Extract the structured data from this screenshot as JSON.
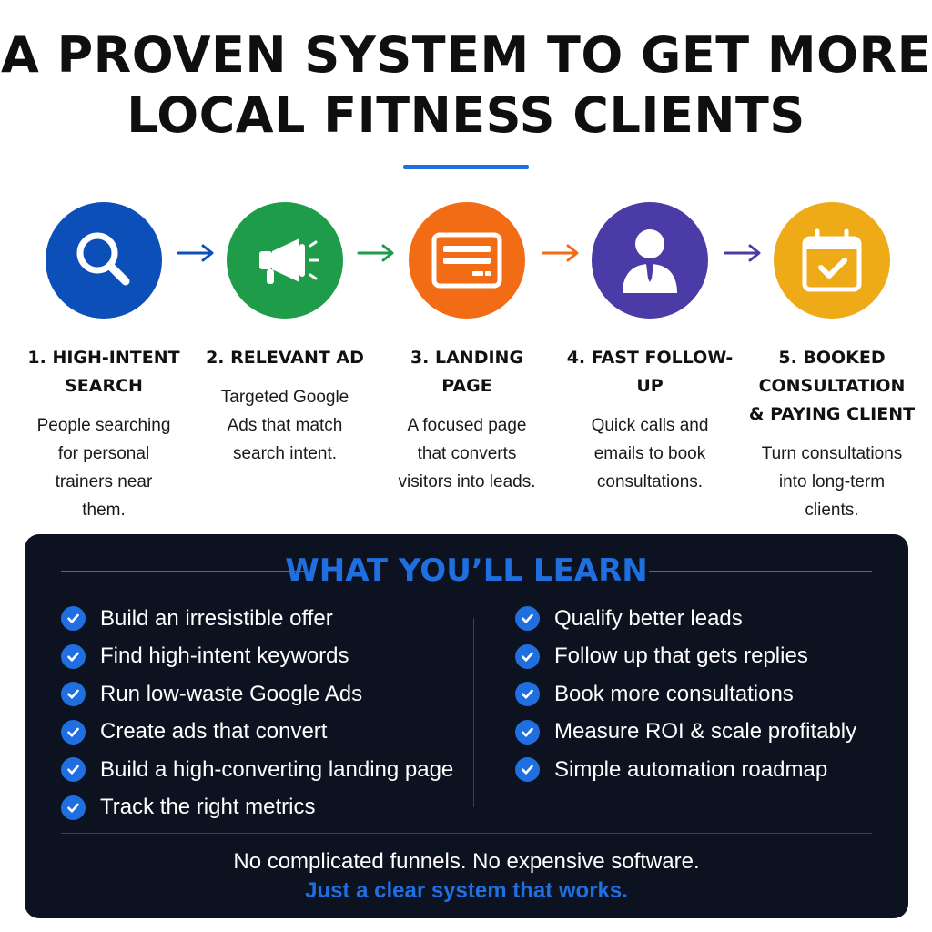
{
  "colors": {
    "accent_blue": "#1f6fe0",
    "panel_bg": "#0c1220",
    "step1": "#0d4fb8",
    "step2": "#1e9c4a",
    "step3": "#f26b15",
    "step4": "#4a3ba6",
    "step5": "#efaa18"
  },
  "header": {
    "title_line1": "A PROVEN SYSTEM TO GET MORE",
    "title_line2": "LOCAL FITNESS CLIENTS"
  },
  "steps": [
    {
      "icon": "magnifying-glass-icon",
      "title": "1. HIGH-INTENT\nSEARCH",
      "desc": "People searching\nfor personal\ntrainers near\nthem."
    },
    {
      "icon": "megaphone-icon",
      "title": "2. RELEVANT AD",
      "desc": "Targeted Google\nAds that match\nsearch intent."
    },
    {
      "icon": "landing-page-icon",
      "title": "3. LANDING PAGE",
      "desc": "A focused page\nthat converts\nvisitors into leads."
    },
    {
      "icon": "person-icon",
      "title": "4. FAST FOLLOW-UP",
      "desc": "Quick calls and\nemails to book\nconsultations."
    },
    {
      "icon": "calendar-check-icon",
      "title": "5. BOOKED\nCONSULTATION\n& PAYING CLIENT",
      "desc": "Turn consultations\ninto long-term\nclients."
    }
  ],
  "learn": {
    "title": "WHAT YOU’LL LEARN",
    "left": [
      "Build an irresistible offer",
      "Find high-intent keywords",
      "Run low-waste Google Ads",
      "Create ads that convert",
      "Build a high-converting landing page",
      "Track the right metrics"
    ],
    "right": [
      "Qualify better leads",
      "Follow up that gets replies",
      "Book more consultations",
      "Measure ROI & scale profitably",
      "Simple automation roadmap"
    ],
    "footer_line1": "No complicated funnels. No expensive software.",
    "footer_line2": "Just a clear system that works."
  }
}
